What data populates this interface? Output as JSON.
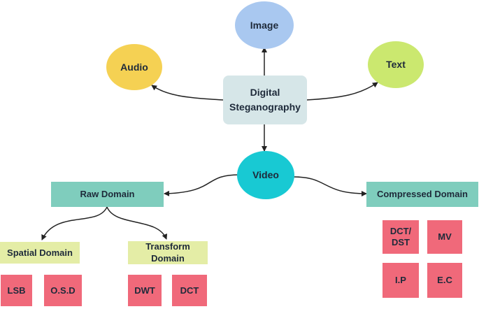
{
  "colors": {
    "image": "#a9c8f0",
    "audio": "#f5d153",
    "text": "#cbe86f",
    "center": "#d6e6e8",
    "video": "#18c9d3",
    "domain": "#7fcdbd",
    "subdomain": "#e4eda6",
    "leaf": "#f0697a",
    "arrow": "#222222"
  },
  "nodes": {
    "center": "Digital Steganography",
    "image": "Image",
    "audio": "Audio",
    "text": "Text",
    "video": "Video",
    "raw_domain": "Raw Domain",
    "compressed_domain": "Compressed Domain",
    "spatial_domain": "Spatial Domain",
    "transform_domain": "Transform Domain",
    "lsb": "LSB",
    "osd": "O.S.D",
    "dwt": "DWT",
    "dct": "DCT",
    "dct_dst": "DCT/ DST",
    "mv": "MV",
    "ip": "I.P",
    "ec": "E.C"
  }
}
